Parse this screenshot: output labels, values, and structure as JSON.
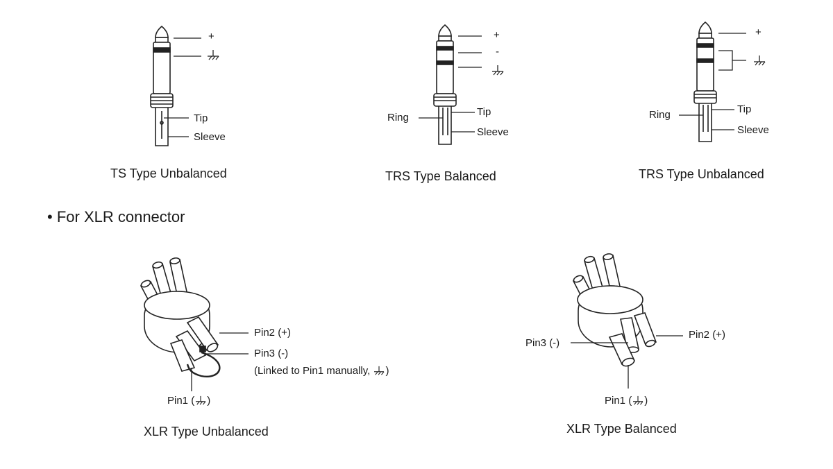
{
  "sections": {
    "xlr_heading": "For XLR connector"
  },
  "connectors": {
    "ts_unbalanced": {
      "caption": "TS Type Unbalanced",
      "sign_plus": "+",
      "tip": "Tip",
      "sleeve": "Sleeve"
    },
    "trs_balanced": {
      "caption": "TRS Type Balanced",
      "sign_plus": "+",
      "sign_minus": "-",
      "ring": "Ring",
      "tip": "Tip",
      "sleeve": "Sleeve"
    },
    "trs_unbalanced": {
      "caption": "TRS Type Unbalanced",
      "sign_plus": "+",
      "ring": "Ring",
      "tip": "Tip",
      "sleeve": "Sleeve"
    },
    "xlr_unbalanced": {
      "caption": "XLR Type Unbalanced",
      "pin2": "Pin2 (+)",
      "pin3": "Pin3 (-)",
      "note_prefix": "(Linked to Pin1 manually, ",
      "note_suffix": ")",
      "pin1_prefix": "Pin1 (",
      "pin1_suffix": ")"
    },
    "xlr_balanced": {
      "caption": "XLR Type Balanced",
      "pin2": "Pin2 (+)",
      "pin3": "Pin3 (-)",
      "pin1_prefix": "Pin1 (",
      "pin1_suffix": ")"
    }
  },
  "icons": {
    "ground": "ground-symbol-icon",
    "bullet": "bullet-icon"
  }
}
